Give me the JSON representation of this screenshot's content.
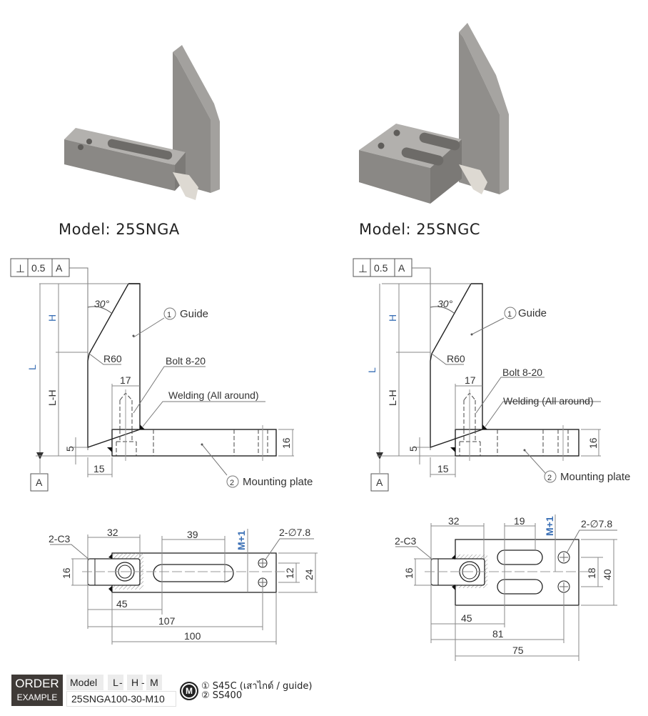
{
  "products": [
    {
      "model_label": "Model: 25SNGA",
      "render": "25SNGA-3d-render"
    },
    {
      "model_label": "Model: 25SNGC",
      "render": "25SNGC-3d-render"
    }
  ],
  "side_view": {
    "tolerance_frame": {
      "symbol": "⊥",
      "value": "0.5",
      "datum": "A"
    },
    "datum_label": "A",
    "angle": "30°",
    "radius": "R60",
    "dim_L": "L",
    "dim_H": "H",
    "dim_LH": "L-H",
    "dim_5": "5",
    "dim_15": "15",
    "dim_17": "17",
    "dim_16": "16",
    "callouts": {
      "guide_num": "1",
      "guide": "Guide",
      "bolt": "Bolt 8-20",
      "welding": "Welding (All around)",
      "plate_num": "2",
      "plate": "Mounting plate"
    }
  },
  "top_view_a": {
    "chamfer": "2-C3",
    "dim_32": "32",
    "dim_39": "39",
    "dim_m1": "M+1",
    "hole": "2-∅7.8",
    "dim_16": "16",
    "dim_12": "12",
    "dim_24": "24",
    "dim_45": "45",
    "dim_107": "107",
    "dim_100": "100"
  },
  "top_view_c": {
    "chamfer": "2-C3",
    "dim_32": "32",
    "dim_19": "19",
    "dim_m1": "M+1",
    "hole": "2-∅7.8",
    "dim_16": "16",
    "dim_18": "18",
    "dim_40": "40",
    "dim_45": "45",
    "dim_81": "81",
    "dim_75": "75"
  },
  "order": {
    "title_line1": "ORDER",
    "title_line2": "EXAMPLE",
    "model_header": "Model",
    "l": "L",
    "dash1": "-",
    "h": "H",
    "dash2": "-",
    "m": "M",
    "example": "25SNGA100-30-M10"
  },
  "material": {
    "icon_letter": "M",
    "line1": "① S45C (เสาไกด์ / guide)",
    "line2": "② SS400"
  },
  "colors": {
    "blue_dim": "#3a6fb5",
    "line": "#333333",
    "order_bg": "#3f3a37"
  }
}
